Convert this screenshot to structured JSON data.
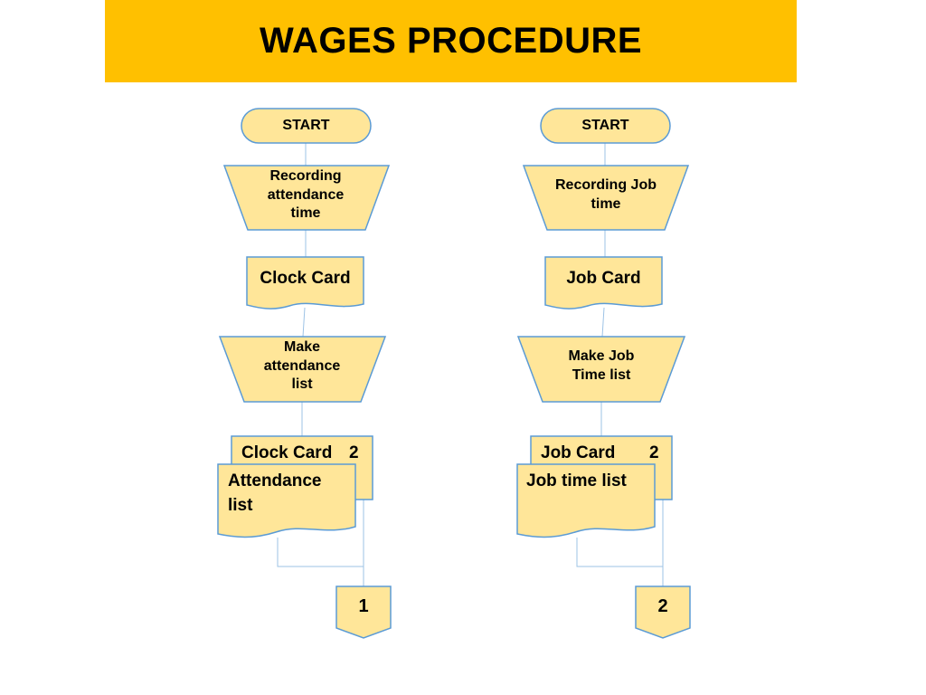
{
  "title": "WAGES PROCEDURE",
  "colors": {
    "banner": "#FFC000",
    "shape_fill": "#FFE699",
    "shape_stroke": "#5B9BD5",
    "connector": "#9DC3E6"
  },
  "left_flow": {
    "start": "START",
    "manual_op": "Recording attendance time",
    "document": "Clock Card",
    "manual_op_2": "Make attendance list",
    "doc_back": {
      "label": "Clock Card",
      "copy": "2"
    },
    "doc_front": "Attendance list",
    "connector": "1"
  },
  "right_flow": {
    "start": "START",
    "manual_op": "Recording Job time",
    "document": "Job Card",
    "manual_op_2": "Make Job Time list",
    "doc_back": {
      "label": "Job Card",
      "copy": "2"
    },
    "doc_front": "Job time list",
    "connector": "2"
  }
}
